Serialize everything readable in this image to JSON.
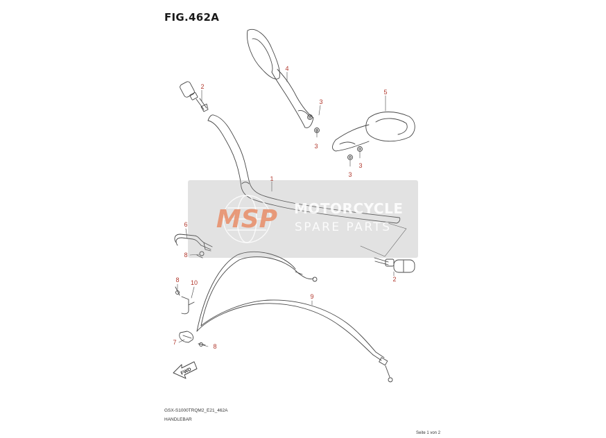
{
  "figure": {
    "title": "FIG.462A",
    "model_code": "GSX-S1000TRQM2_E21_462A",
    "section_name": "HANDLEBAR",
    "page_indicator": "Seite 1 von 2"
  },
  "watermark": {
    "logo_text": "MSP",
    "line1": "MOTORCYCLE",
    "line2": "SPARE PARTS"
  },
  "direction_arrow": {
    "text": "FWD",
    "icon": "fwd-arrow-icon"
  },
  "part_labels": {
    "p1": "1",
    "p2_top": "2",
    "p2_right": "2",
    "p3_a": "3",
    "p3_b": "3",
    "p3_c": "3",
    "p3_d": "3",
    "p4": "4",
    "p5": "5",
    "p6": "6",
    "p7": "7",
    "p8_a": "8",
    "p8_b": "8",
    "p8_c": "8",
    "p9": "9",
    "p10": "10"
  },
  "colors": {
    "label": "#b0362b",
    "line": "#444444"
  }
}
